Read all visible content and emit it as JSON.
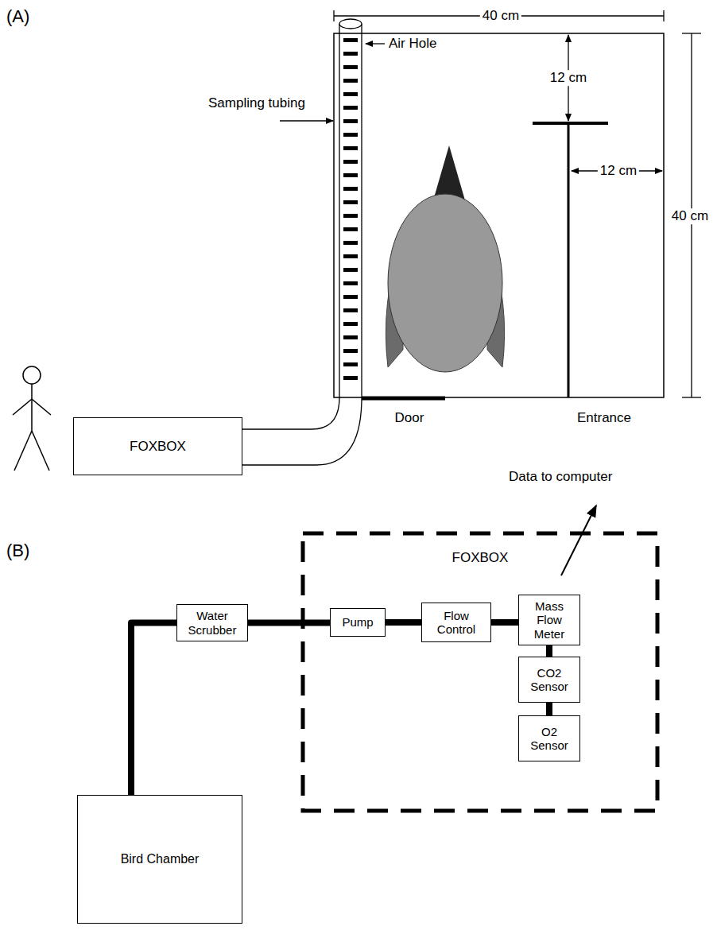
{
  "diagram": {
    "nodes": [
      {
        "text": [
          "FOXBOX"
        ]
      },
      {
        "text": [
          "Bird Chamber"
        ]
      },
      {
        "text": [
          "Water Scrubber"
        ]
      },
      {
        "text": [
          "FOXBOX"
        ]
      },
      {
        "text": [
          "Pump"
        ],
        "in": 3
      },
      {
        "text": [
          "Flow Control"
        ],
        "in": 3
      },
      {
        "text": [
          "Mass Flow Meter"
        ],
        "in": 3
      },
      {
        "text": [
          "CO2 Sensor"
        ],
        "in": 3
      },
      {
        "text": [
          "O2 Sensor"
        ],
        "in": 3
      }
    ],
    "edges": [
      {
        "from": 1,
        "to": 2,
        "arrow": "none"
      },
      {
        "from": 2,
        "to": 4,
        "arrow": "none"
      },
      {
        "from": 4,
        "to": 5,
        "arrow": "none"
      },
      {
        "from": 5,
        "to": 6,
        "arrow": "none"
      },
      {
        "from": 6,
        "to": 7,
        "arrow": "none"
      },
      {
        "from": 7,
        "to": 8,
        "arrow": "none"
      }
    ],
    "labels": [
      "(A)",
      "40 cm",
      "12 cm",
      "12 cm",
      "40 cm",
      "Air Hole",
      "Sampling tubing",
      "Door",
      "Entrance",
      "(B)",
      "Data to computer"
    ]
  }
}
